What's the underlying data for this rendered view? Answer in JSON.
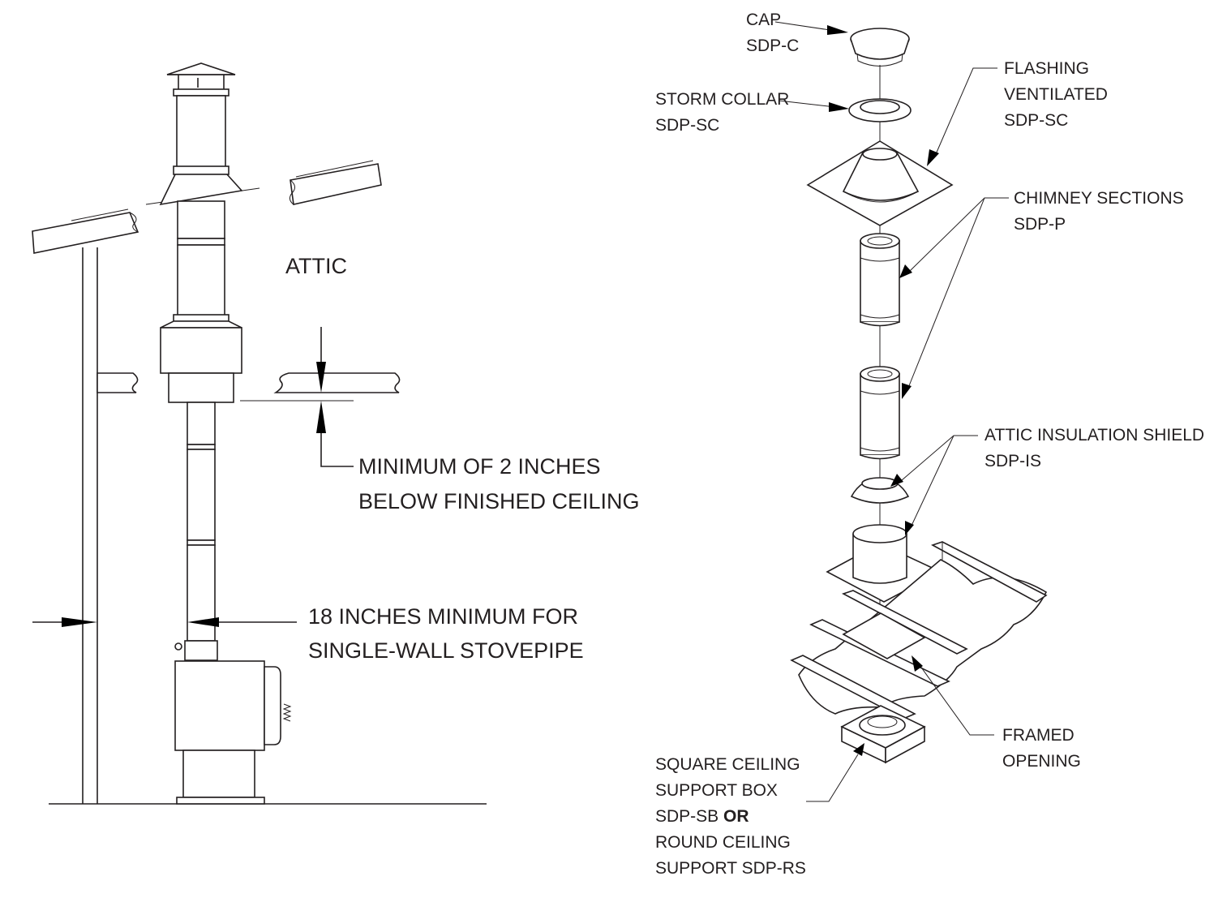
{
  "left_diagram": {
    "attic_label": "ATTIC",
    "clearance_label": {
      "line1": "MINIMUM OF 2 INCHES",
      "line2": "BELOW FINISHED CEILING"
    },
    "wall_label": {
      "line1": "18 INCHES MINIMUM FOR",
      "line2": "SINGLE-WALL STOVEPIPE"
    }
  },
  "right_diagram": {
    "cap": {
      "name": "CAP",
      "code": "SDP-C"
    },
    "storm_collar": {
      "name": "STORM COLLAR",
      "code": "SDP-SC"
    },
    "flashing": {
      "line1": "FLASHING",
      "line2": "VENTILATED",
      "code": "SDP-SC"
    },
    "chimney_sections": {
      "name": "CHIMNEY SECTIONS",
      "code": "SDP-P"
    },
    "insulation_shield": {
      "name": "ATTIC INSULATION SHIELD",
      "code": "SDP-IS"
    },
    "framed_opening": {
      "line1": "FRAMED",
      "line2": "OPENING"
    },
    "support_box": {
      "line1": "SQUARE CEILING",
      "line2": "SUPPORT BOX",
      "line3_code": "SDP-SB ",
      "line3_or": "OR",
      "line4": "ROUND CEILING",
      "line5": "SUPPORT SDP-RS"
    }
  }
}
